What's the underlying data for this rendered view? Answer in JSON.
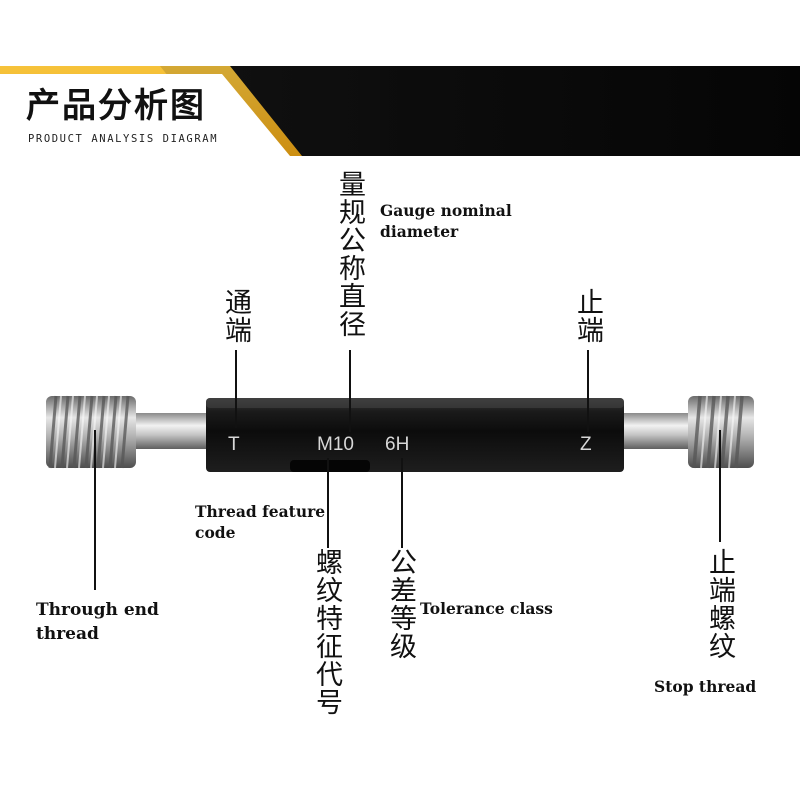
{
  "header": {
    "title": "产品分析图",
    "subtitle": "PRODUCT ANALYSIS DIAGRAM",
    "accent_color": "#f3b21a"
  },
  "gauge_marks": {
    "through": "T",
    "nominal": "M10",
    "tolerance": "6H",
    "stop": "Z"
  },
  "labels": {
    "nominal_cn": "量规公称直径",
    "nominal_en": "Gauge nominal\ndiameter",
    "through_cn": "通端",
    "stop_cn": "止端",
    "feature_en": "Thread feature\ncode",
    "feature_cn": "螺纹特征代号",
    "tolerance_cn": "公差等级",
    "tolerance_en": "Tolerance class",
    "through_thread_en": "Through end\nthread",
    "stop_thread_cn": "止端螺纹",
    "stop_thread_en": "Stop thread"
  }
}
